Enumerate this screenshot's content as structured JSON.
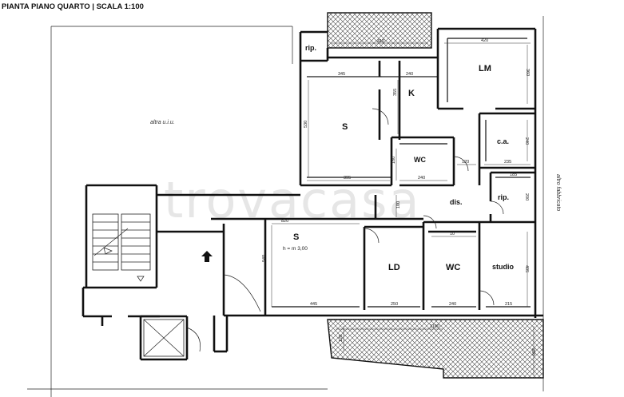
{
  "title": "PIANTA PIANO QUARTO | SCALA 1:100",
  "watermark": "trovacasa",
  "notes": {
    "altra_uiu": "altra u.i.u.",
    "altro_fabbricato": "altro fabbricato"
  },
  "rooms": {
    "rip_top": "rip.",
    "lm": "LM",
    "k": "K",
    "s_upper": "S",
    "ca": "c.a.",
    "wc_upper": "WC",
    "rip_right": "rip.",
    "dis": "dis.",
    "s_lower": "S",
    "s_lower_height": "h = m 3,00",
    "ld": "LD",
    "wc_lower": "WC",
    "studio": "studio"
  },
  "dimensions": {
    "balcony_top": "410",
    "lm_width": "420",
    "lm_height": "360",
    "s_top_width": "345",
    "k_top_width": "240",
    "k_height": "355",
    "s_upper_height": "530",
    "s_upper_bottom": "395",
    "wc_upper_width": "240",
    "wc_upper_height": "180",
    "ca_height": "240",
    "ca_width": "235",
    "corr_width": "120",
    "rip_width": "185",
    "rip_height": "200",
    "dis_height": "100",
    "s_lower_top": "820",
    "s_lower_height": "540",
    "s_lower_bottom": "445",
    "ld_width": "250",
    "wc_lower_top": "10",
    "wc_lower_width": "240",
    "studio_width": "215",
    "studio_height": "405",
    "balcony_bottom_width": "1100",
    "balcony_bottom_left": "120",
    "balcony_bottom_right": "250"
  }
}
